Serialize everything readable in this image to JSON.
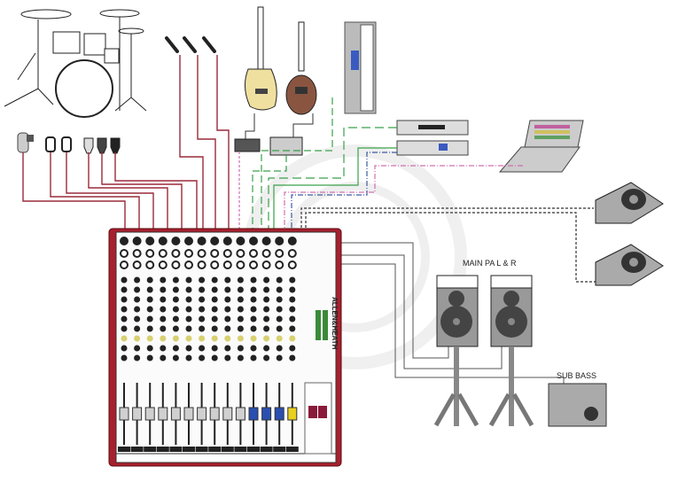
{
  "diagram": {
    "title": "Live sound setup with mixing console",
    "mixer": {
      "brand": "ALLEN&HEATH",
      "mono_channels": 10,
      "stereo_channels": 4,
      "body_color": "#a8202e",
      "fader_cap_colors": [
        "#d0d0d0",
        "#2a4fb0",
        "#e8d020",
        "#8a1a3a"
      ]
    },
    "labels": {
      "main_pa": "MAIN PA L & R",
      "sub_bass": "SUB BASS"
    },
    "sources": [
      {
        "name": "drum-kit"
      },
      {
        "name": "drum-mics",
        "count": 6
      },
      {
        "name": "vocal-mics",
        "count": 3
      },
      {
        "name": "bass-guitar"
      },
      {
        "name": "electric-guitar"
      },
      {
        "name": "di-box"
      },
      {
        "name": "guitar-effects-pedal"
      },
      {
        "name": "keyboard"
      },
      {
        "name": "cd-player"
      },
      {
        "name": "effects-processor"
      },
      {
        "name": "laptop"
      }
    ],
    "outputs": [
      {
        "name": "stage-monitor",
        "count": 2
      },
      {
        "name": "main-pa-speaker",
        "count": 2
      },
      {
        "name": "sub-bass"
      }
    ],
    "cable_colors": {
      "mic": "#9a2a3a",
      "instrument": "#333333",
      "line_green": "#3aa04a",
      "line_blue": "#3a5aa0",
      "line_pink": "#d070b0",
      "speaker": "#555555"
    }
  }
}
